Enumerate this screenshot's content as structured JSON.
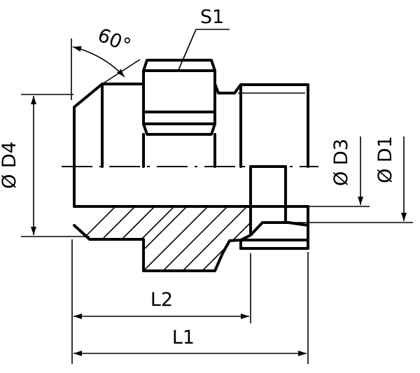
{
  "drawing": {
    "labels": {
      "angle": "60°",
      "hex": "S1",
      "d4": "Ø D4",
      "d3": "Ø D3",
      "d1": "Ø D1",
      "l2": "L2",
      "l1": "L1"
    },
    "colors": {
      "line": "#000000",
      "background": "#ffffff"
    }
  }
}
